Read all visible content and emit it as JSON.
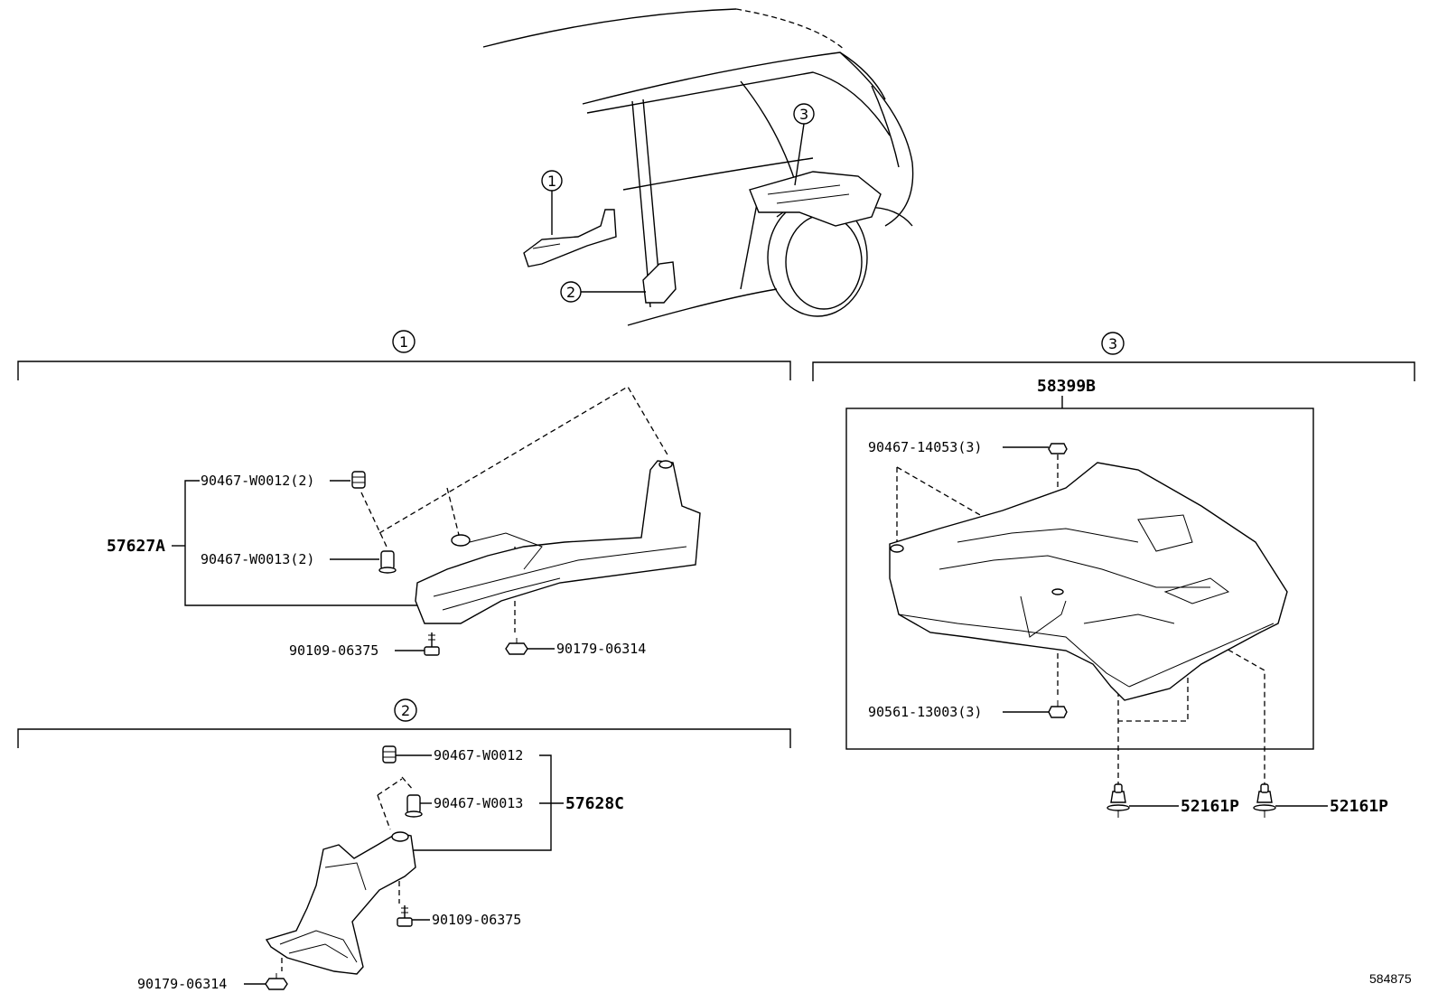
{
  "callouts": {
    "one": "1",
    "two": "2",
    "three": "3"
  },
  "section1": {
    "assembly": "57627A",
    "parts": {
      "clip_a": "90467-W0012(2)",
      "clip_b": "90467-W0013(2)",
      "bolt": "90109-06375",
      "nut": "90179-06314"
    }
  },
  "section2": {
    "assembly": "57628C",
    "parts": {
      "clip_a": "90467-W0012",
      "clip_b": "90467-W0013",
      "bolt": "90109-06375",
      "nut": "90179-06314"
    }
  },
  "section3": {
    "assembly": "58399B",
    "parts": {
      "clip_top": "90467-14053(3)",
      "clip_bottom": "90561-13003(3)",
      "rivet_left": "52161P",
      "rivet_right": "52161P"
    }
  },
  "reference_number": "584875"
}
